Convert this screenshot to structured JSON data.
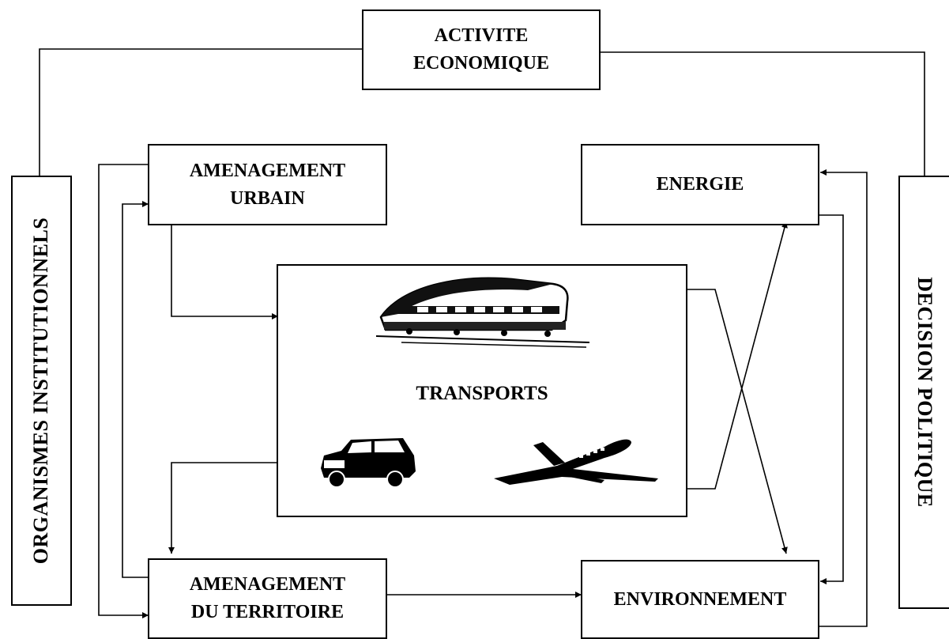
{
  "nodes": {
    "activite": {
      "line1": "ACTIVITE",
      "line2": "ECONOMIQUE"
    },
    "amenagement_urbain": {
      "line1": "AMENAGEMENT",
      "line2": "URBAIN"
    },
    "energie": {
      "line1": "ENERGIE"
    },
    "transports": {
      "line1": "TRANSPORTS"
    },
    "amenagement_territoire": {
      "line1": "AMENAGEMENT",
      "line2": "DU TERRITOIRE"
    },
    "environnement": {
      "line1": "ENVIRONNEMENT"
    },
    "organismes": {
      "line1": "ORGANISMES INSTITUTIONNELS"
    },
    "decision": {
      "line1": "DECISION POLITIQUE"
    }
  },
  "illustrations": [
    "train-icon",
    "car-icon",
    "airplane-icon"
  ]
}
